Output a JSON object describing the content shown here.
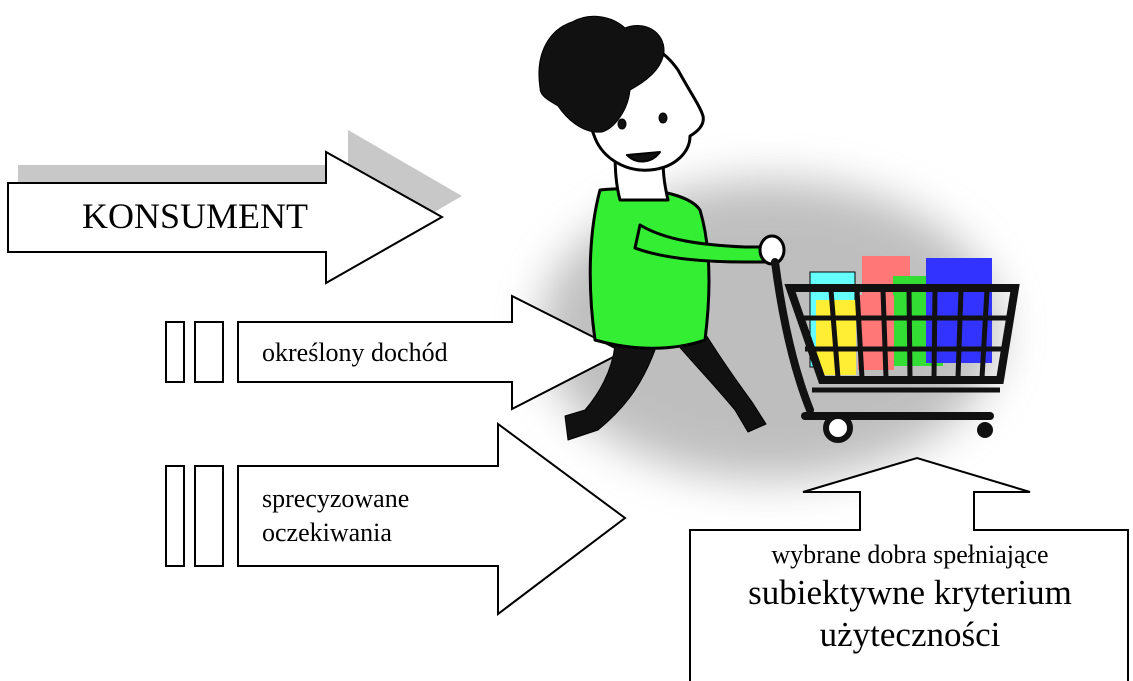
{
  "diagram": {
    "consumer_label": "KONSUMENT",
    "income_label": "określony dochód",
    "expectations_line1": "sprecyzowane",
    "expectations_line2": "oczekiwania",
    "goods_line1": "wybrane dobra spełniające",
    "goods_line2": "subiektywne kryterium",
    "goods_line3": "użyteczności"
  },
  "colors": {
    "shirt": "#33ee33",
    "arrow_shadow": "#c8c8c8",
    "box_cyan": "#66ffff",
    "box_pink": "#ff7777",
    "box_green": "#33dd33",
    "box_blue": "#3333ff",
    "box_yellow": "#ffee33"
  },
  "icons": [
    "shopper-figure-icon",
    "shopping-cart-icon"
  ]
}
